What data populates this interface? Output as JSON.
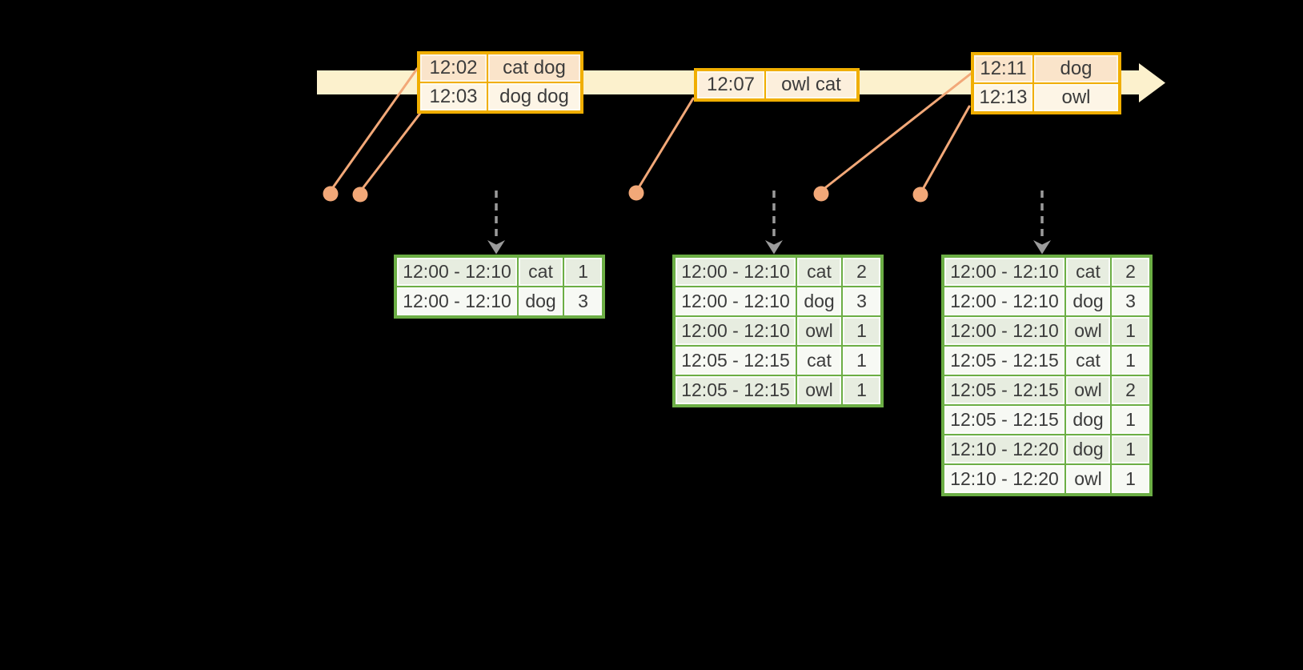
{
  "colors": {
    "background": "#000000",
    "timeline_band": "#FCF1CD",
    "event_border": "#F0AE00",
    "event_row_odd": "#FAE4CA",
    "event_row_even": "#FDF5E6",
    "event_single_row": "#FCEFDC",
    "result_border": "#6CAE45",
    "result_row_odd": "#E7EDE0",
    "result_row_even": "#F7F9F4",
    "marker": "#F2A878",
    "dashed_arrow": "#9B9B9B",
    "text": "#3C3C3C"
  },
  "timeline": {
    "events": [
      {
        "rows": [
          [
            "12:02",
            "cat dog"
          ],
          [
            "12:03",
            "dog dog"
          ]
        ]
      },
      {
        "rows": [
          [
            "12:07",
            "owl cat"
          ]
        ]
      },
      {
        "rows": [
          [
            "12:11",
            "dog"
          ],
          [
            "12:13",
            "owl"
          ]
        ]
      }
    ]
  },
  "result_tables": [
    {
      "rows": [
        [
          "12:00 - 12:10",
          "cat",
          "1"
        ],
        [
          "12:00 - 12:10",
          "dog",
          "3"
        ]
      ]
    },
    {
      "rows": [
        [
          "12:00 - 12:10",
          "cat",
          "2"
        ],
        [
          "12:00 - 12:10",
          "dog",
          "3"
        ],
        [
          "12:00 - 12:10",
          "owl",
          "1"
        ],
        [
          "12:05 - 12:15",
          "cat",
          "1"
        ],
        [
          "12:05 - 12:15",
          "owl",
          "1"
        ]
      ]
    },
    {
      "rows": [
        [
          "12:00 - 12:10",
          "cat",
          "2"
        ],
        [
          "12:00 - 12:10",
          "dog",
          "3"
        ],
        [
          "12:00 - 12:10",
          "owl",
          "1"
        ],
        [
          "12:05 - 12:15",
          "cat",
          "1"
        ],
        [
          "12:05 - 12:15",
          "owl",
          "2"
        ],
        [
          "12:05 - 12:15",
          "dog",
          "1"
        ],
        [
          "12:10 - 12:20",
          "dog",
          "1"
        ],
        [
          "12:10 - 12:20",
          "owl",
          "1"
        ]
      ]
    }
  ]
}
